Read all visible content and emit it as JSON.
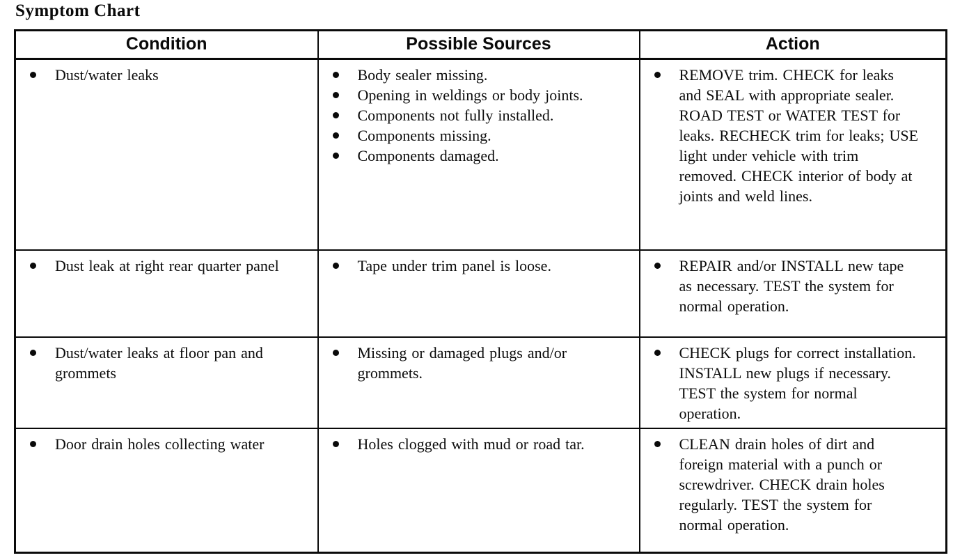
{
  "page": {
    "title": "Symptom Chart"
  },
  "table": {
    "headers": [
      "Condition",
      "Possible Sources",
      "Action"
    ],
    "rows": [
      {
        "condition": [
          "Dust/water leaks"
        ],
        "sources": [
          "Body sealer missing.",
          "Opening in weldings or body joints.",
          "Components not fully installed.",
          "Components missing.",
          "Components damaged."
        ],
        "action": [
          "REMOVE trim. CHECK for leaks and SEAL with appropriate sealer. ROAD TEST or WATER TEST for leaks. RECHECK trim for leaks; USE light under vehicle with trim removed. CHECK interior of body at joints and weld lines."
        ]
      },
      {
        "condition": [
          "Dust leak at right rear quarter panel"
        ],
        "sources": [
          "Tape under trim panel is loose."
        ],
        "action": [
          "REPAIR and/or INSTALL new tape as necessary. TEST the system for normal operation."
        ]
      },
      {
        "condition": [
          "Dust/water leaks at floor pan and grommets"
        ],
        "sources": [
          "Missing or damaged plugs and/or grommets."
        ],
        "action": [
          "CHECK plugs for correct installation. INSTALL new plugs if necessary. TEST the system for normal operation."
        ]
      },
      {
        "condition": [
          "Door drain holes collecting water"
        ],
        "sources": [
          "Holes clogged with mud or road tar."
        ],
        "action": [
          "CLEAN drain holes of dirt and foreign material with a punch or screwdriver. CHECK drain holes regularly. TEST the system for normal operation."
        ]
      }
    ]
  }
}
